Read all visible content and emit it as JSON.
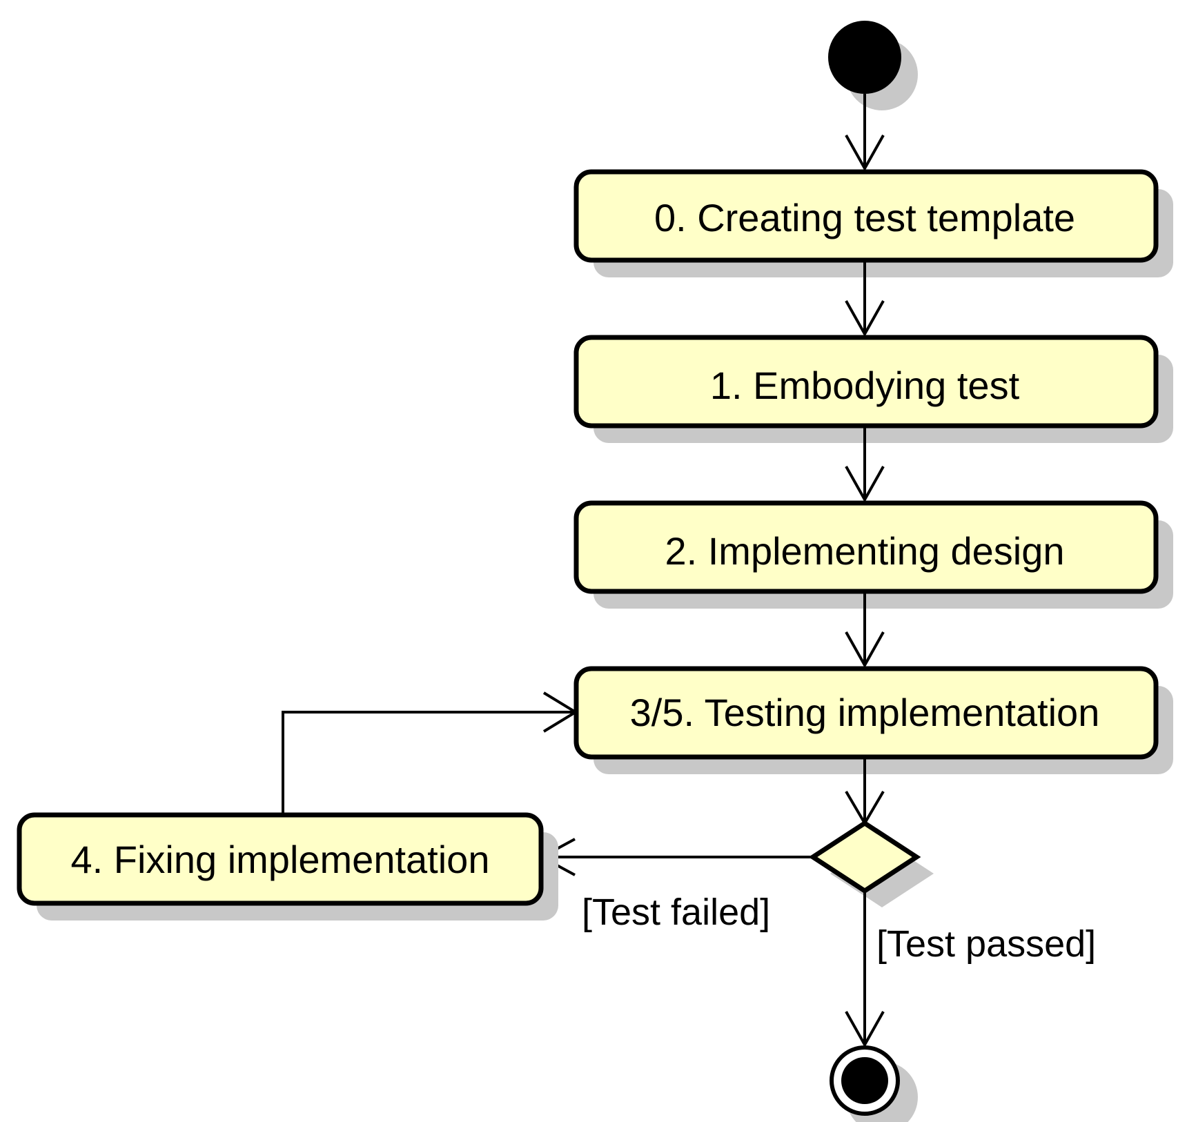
{
  "diagram": {
    "type": "activity",
    "colors": {
      "node_fill": "#ffffc8",
      "shadow": "#c8c8c8",
      "stroke": "#000000"
    },
    "nodes": {
      "n0": "0. Creating test template",
      "n1": "1. Embodying test",
      "n2": "2. Implementing design",
      "n3": "3/5. Testing implementation",
      "n4": "4. Fixing implementation"
    },
    "guards": {
      "failed": "[Test failed]",
      "passed": "[Test passed]"
    }
  }
}
